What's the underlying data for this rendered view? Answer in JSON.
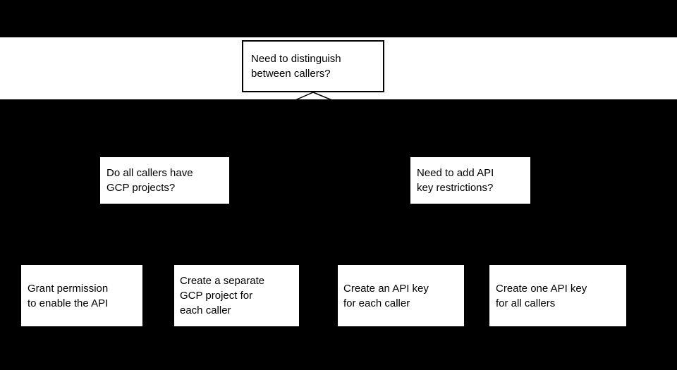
{
  "flowchart": {
    "colors": {
      "background": "#000000",
      "band_fill": "#ffffff",
      "node_fill": "#ffffff",
      "node_border": "#000000",
      "node_text": "#000000",
      "connector": "#000000"
    },
    "root": {
      "label": "Need to distinguish\nbetween callers?"
    },
    "branches": [
      {
        "label": "Do all callers have\nGCP projects?"
      },
      {
        "label": "Need to add API\nkey restrictions?"
      }
    ],
    "outcomes": [
      {
        "label": "Grant permission\nto enable the API"
      },
      {
        "label": "Create a separate\nGCP project for\neach caller"
      },
      {
        "label": "Create an API key\nfor each caller"
      },
      {
        "label": "Create one API key\nfor all callers"
      }
    ]
  }
}
